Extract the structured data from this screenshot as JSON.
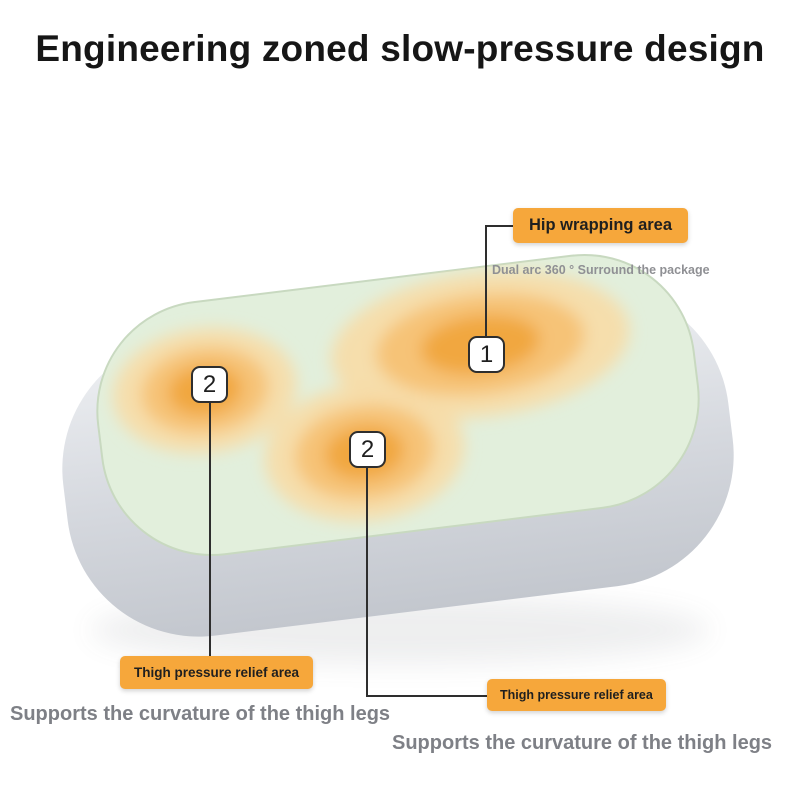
{
  "title": "Engineering zoned slow-pressure design",
  "hip": {
    "number": "1",
    "label": "Hip wrapping area",
    "subtitle": "Dual arc 360 ° Surround the package"
  },
  "thigh_left": {
    "number": "2",
    "label": "Thigh pressure relief area",
    "caption": "Supports the curvature of the thigh legs"
  },
  "thigh_right": {
    "number": "2",
    "label": "Thigh pressure relief area",
    "caption": "Supports the curvature of the thigh legs"
  },
  "colors": {
    "badge_orange": "#F6A73B",
    "zone_core_orange": "#F1A740",
    "zone_mid_orange": "#F6C377",
    "zone_outer_orange": "#F7DCA8",
    "cushion_gray": "#D5D8DE",
    "surface_green": "#E2EFDC",
    "caption_gray": "#7E8086",
    "title_dark": "#161616",
    "line_dark": "#2E2E2E"
  }
}
